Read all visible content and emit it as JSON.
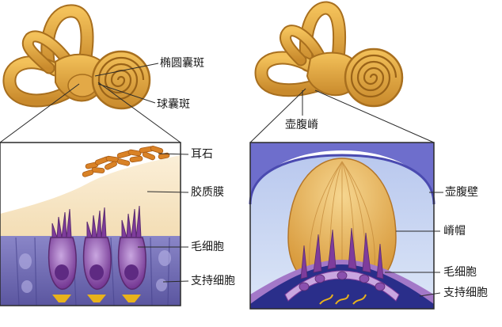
{
  "labels": {
    "utricular_macula": "椭圆囊斑",
    "saccular_macula": "球囊斑",
    "ampullary_crest": "壶腹嵴",
    "otoliths": "耳石",
    "otolithic_membrane": "胶质膜",
    "hair_cells_left": "毛细胞",
    "supporting_cells_left": "支持细胞",
    "ampulla_wall": "壶腹壁",
    "cupula": "嵴帽",
    "hair_cells_right": "毛细胞",
    "supporting_cells_right": "支持细胞"
  },
  "colors": {
    "labyrinth": "#E2A93E",
    "labyrinth_dark": "#A86F1E",
    "gel_membrane": "#F8E7C6",
    "otolith": "#D98226",
    "hair_cell": "#7E3C9C",
    "support_cell": "#7A74B8",
    "ampulla_wall": "#7070C8",
    "ampulla_fluid": "#C9D9F2",
    "cupula": "#E8B456",
    "nerve": "#E8B21C",
    "crest_base": "#2A2E8A"
  }
}
